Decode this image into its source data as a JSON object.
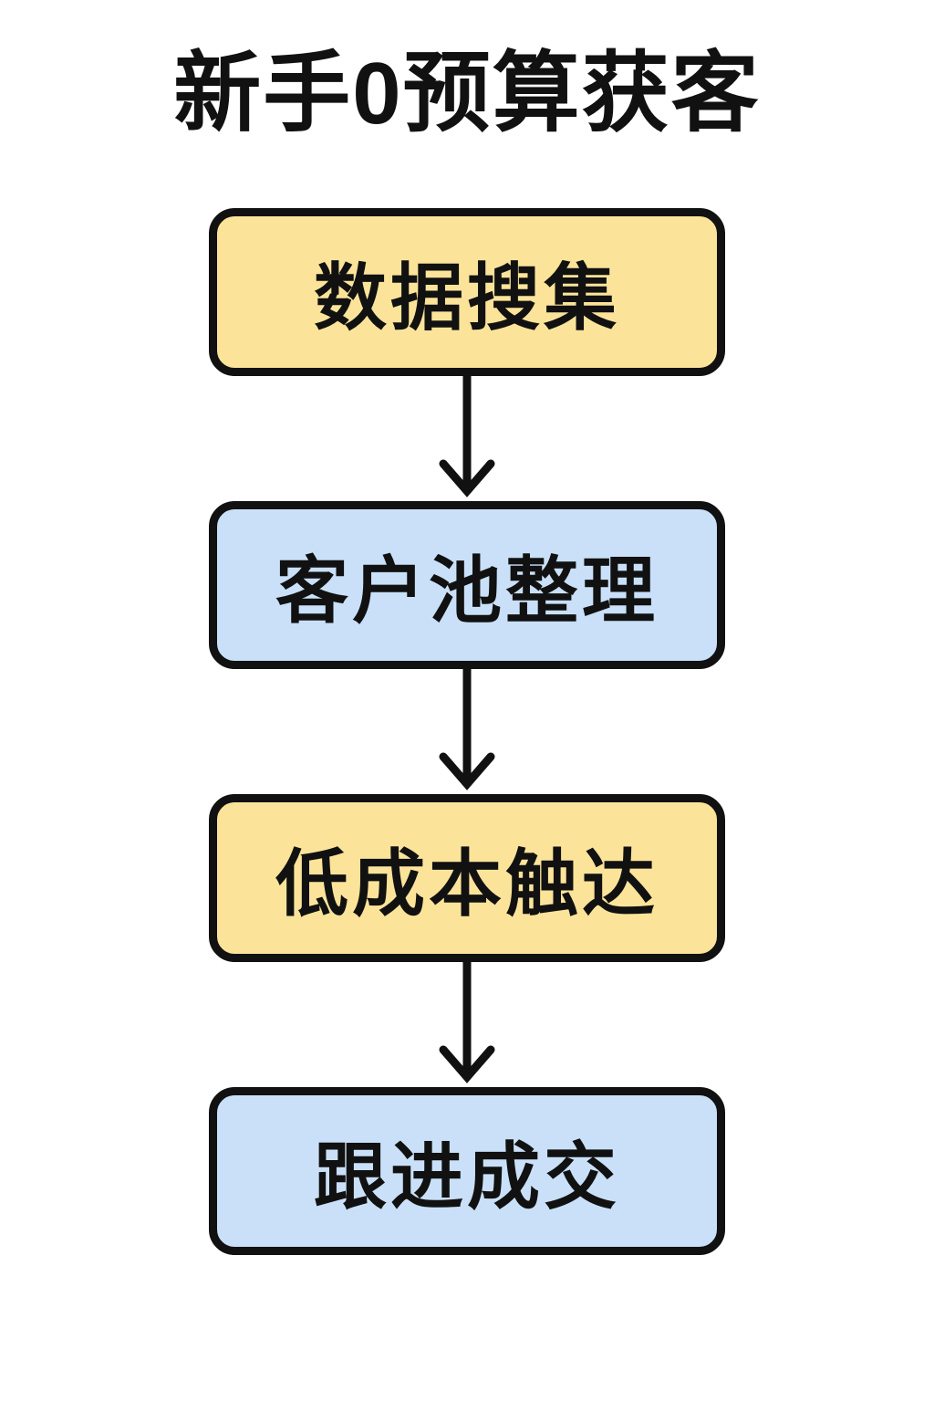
{
  "title": "新手0预算获客",
  "flow": {
    "steps": [
      {
        "label": "数据搜集",
        "color": "yellow"
      },
      {
        "label": "客户池整理",
        "color": "blue"
      },
      {
        "label": "低成本触达",
        "color": "yellow"
      },
      {
        "label": "跟进成交",
        "color": "blue"
      }
    ],
    "connector": "arrow-down"
  },
  "colors": {
    "background": "#FFFFFF",
    "node_yellow": "#FBE499",
    "node_blue": "#C9E0F8",
    "border": "#111111",
    "text": "#111111"
  }
}
